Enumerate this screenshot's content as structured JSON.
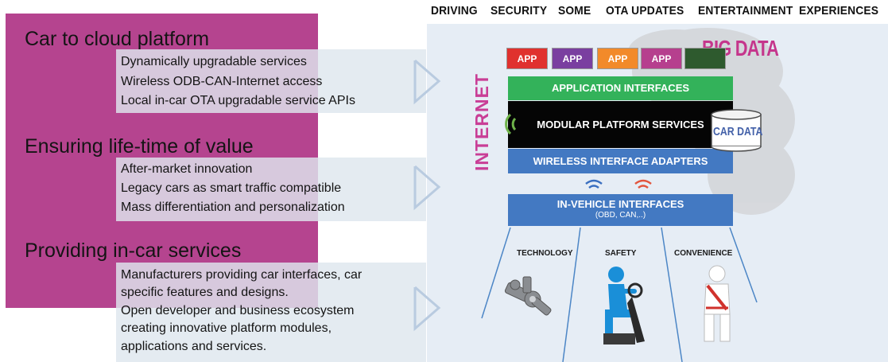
{
  "top_labels": [
    "DRIVING",
    "SECURITY",
    "SOME",
    "OTA UPDATES",
    "ENTERTAINMENT",
    "EXPERIENCES"
  ],
  "sections": [
    {
      "title": "Car to cloud platform",
      "bullets": [
        "Dynamically upgradable services",
        "Wireless ODB-CAN-Internet  access",
        "Local in-car OTA upgradable service APIs"
      ]
    },
    {
      "title": "Ensuring life-time of value",
      "bullets": [
        "After-market innovation",
        "Legacy cars as smart traffic compatible",
        "Mass differentiation and personalization"
      ]
    },
    {
      "title": "Providing in-car services",
      "bullets": [
        "Manufacturers  providing car interfaces, car",
        "specific features and designs.",
        "Open developer and business ecosystem",
        "creating innovative platform modules,",
        "applications and services."
      ]
    }
  ],
  "architecture": {
    "apps": [
      "APP",
      "APP",
      "APP",
      "APP"
    ],
    "big_data": "BIG DATA",
    "application_interfaces": "APPLICATION INTERFACES",
    "modular_platform": "MODULAR PLATFORM SERVICES",
    "car_data": "CAR DATA",
    "wireless_adapters": "WIRELESS INTERFACE ADAPTERS",
    "in_vehicle": "IN-VEHICLE INTERFACES",
    "in_vehicle_sub": "(OBD, CAN,..)",
    "internet": "INTERNET",
    "categories": [
      "TECHNOLOGY",
      "SAFETY",
      "CONVENIENCE"
    ]
  },
  "colors": {
    "magenta": "#b5448f",
    "light_band": "#dde6ee",
    "right_bg": "#e4ecf4",
    "green": "#33b25a",
    "blue_bar": "#4379c2",
    "black_bar": "#050505",
    "internet_pink": "#c93e96",
    "app_colors": [
      "#e0312e",
      "#7a3fa0",
      "#f28a2a",
      "#b63f8e",
      "#2e5a2e"
    ]
  }
}
